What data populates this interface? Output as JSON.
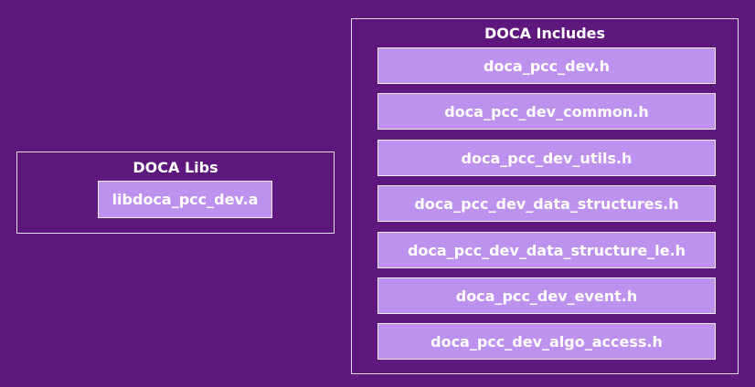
{
  "libs": {
    "title": "DOCA Libs",
    "items": [
      {
        "label": "libdoca_pcc_dev.a"
      }
    ]
  },
  "includes": {
    "title": "DOCA Includes",
    "items": [
      {
        "label": "doca_pcc_dev.h"
      },
      {
        "label": "doca_pcc_dev_common.h"
      },
      {
        "label": "doca_pcc_dev_utils.h"
      },
      {
        "label": "doca_pcc_dev_data_structures.h"
      },
      {
        "label": "doca_pcc_dev_data_structure_le.h"
      },
      {
        "label": "doca_pcc_dev_event.h"
      },
      {
        "label": "doca_pcc_dev_algo_access.h"
      }
    ]
  },
  "colors": {
    "background": "#5d177d",
    "item_fill": "#bd92ee",
    "border": "#e8dcef"
  }
}
